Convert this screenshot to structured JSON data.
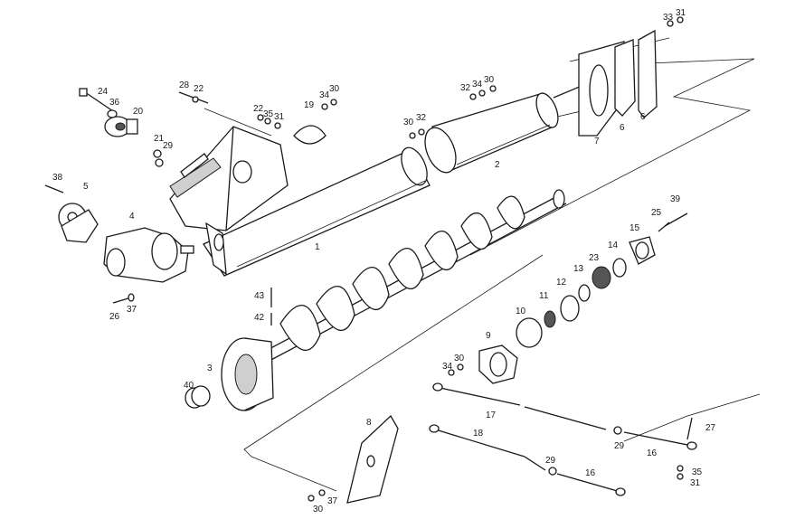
{
  "callouts": [
    "33",
    "31",
    "7",
    "6",
    "6",
    "32",
    "34",
    "30",
    "30",
    "32",
    "2",
    "28",
    "22",
    "22",
    "35",
    "31",
    "19",
    "34",
    "30",
    "24",
    "36",
    "20",
    "21",
    "29",
    "1",
    "38",
    "5",
    "4",
    "26",
    "37",
    "39",
    "25",
    "15",
    "14",
    "23",
    "13",
    "12",
    "11",
    "10",
    "43",
    "42",
    "9",
    "3",
    "34",
    "30",
    "40",
    "17",
    "29",
    "16",
    "27",
    "35",
    "31",
    "8",
    "18",
    "29",
    "16",
    "37",
    "30"
  ]
}
